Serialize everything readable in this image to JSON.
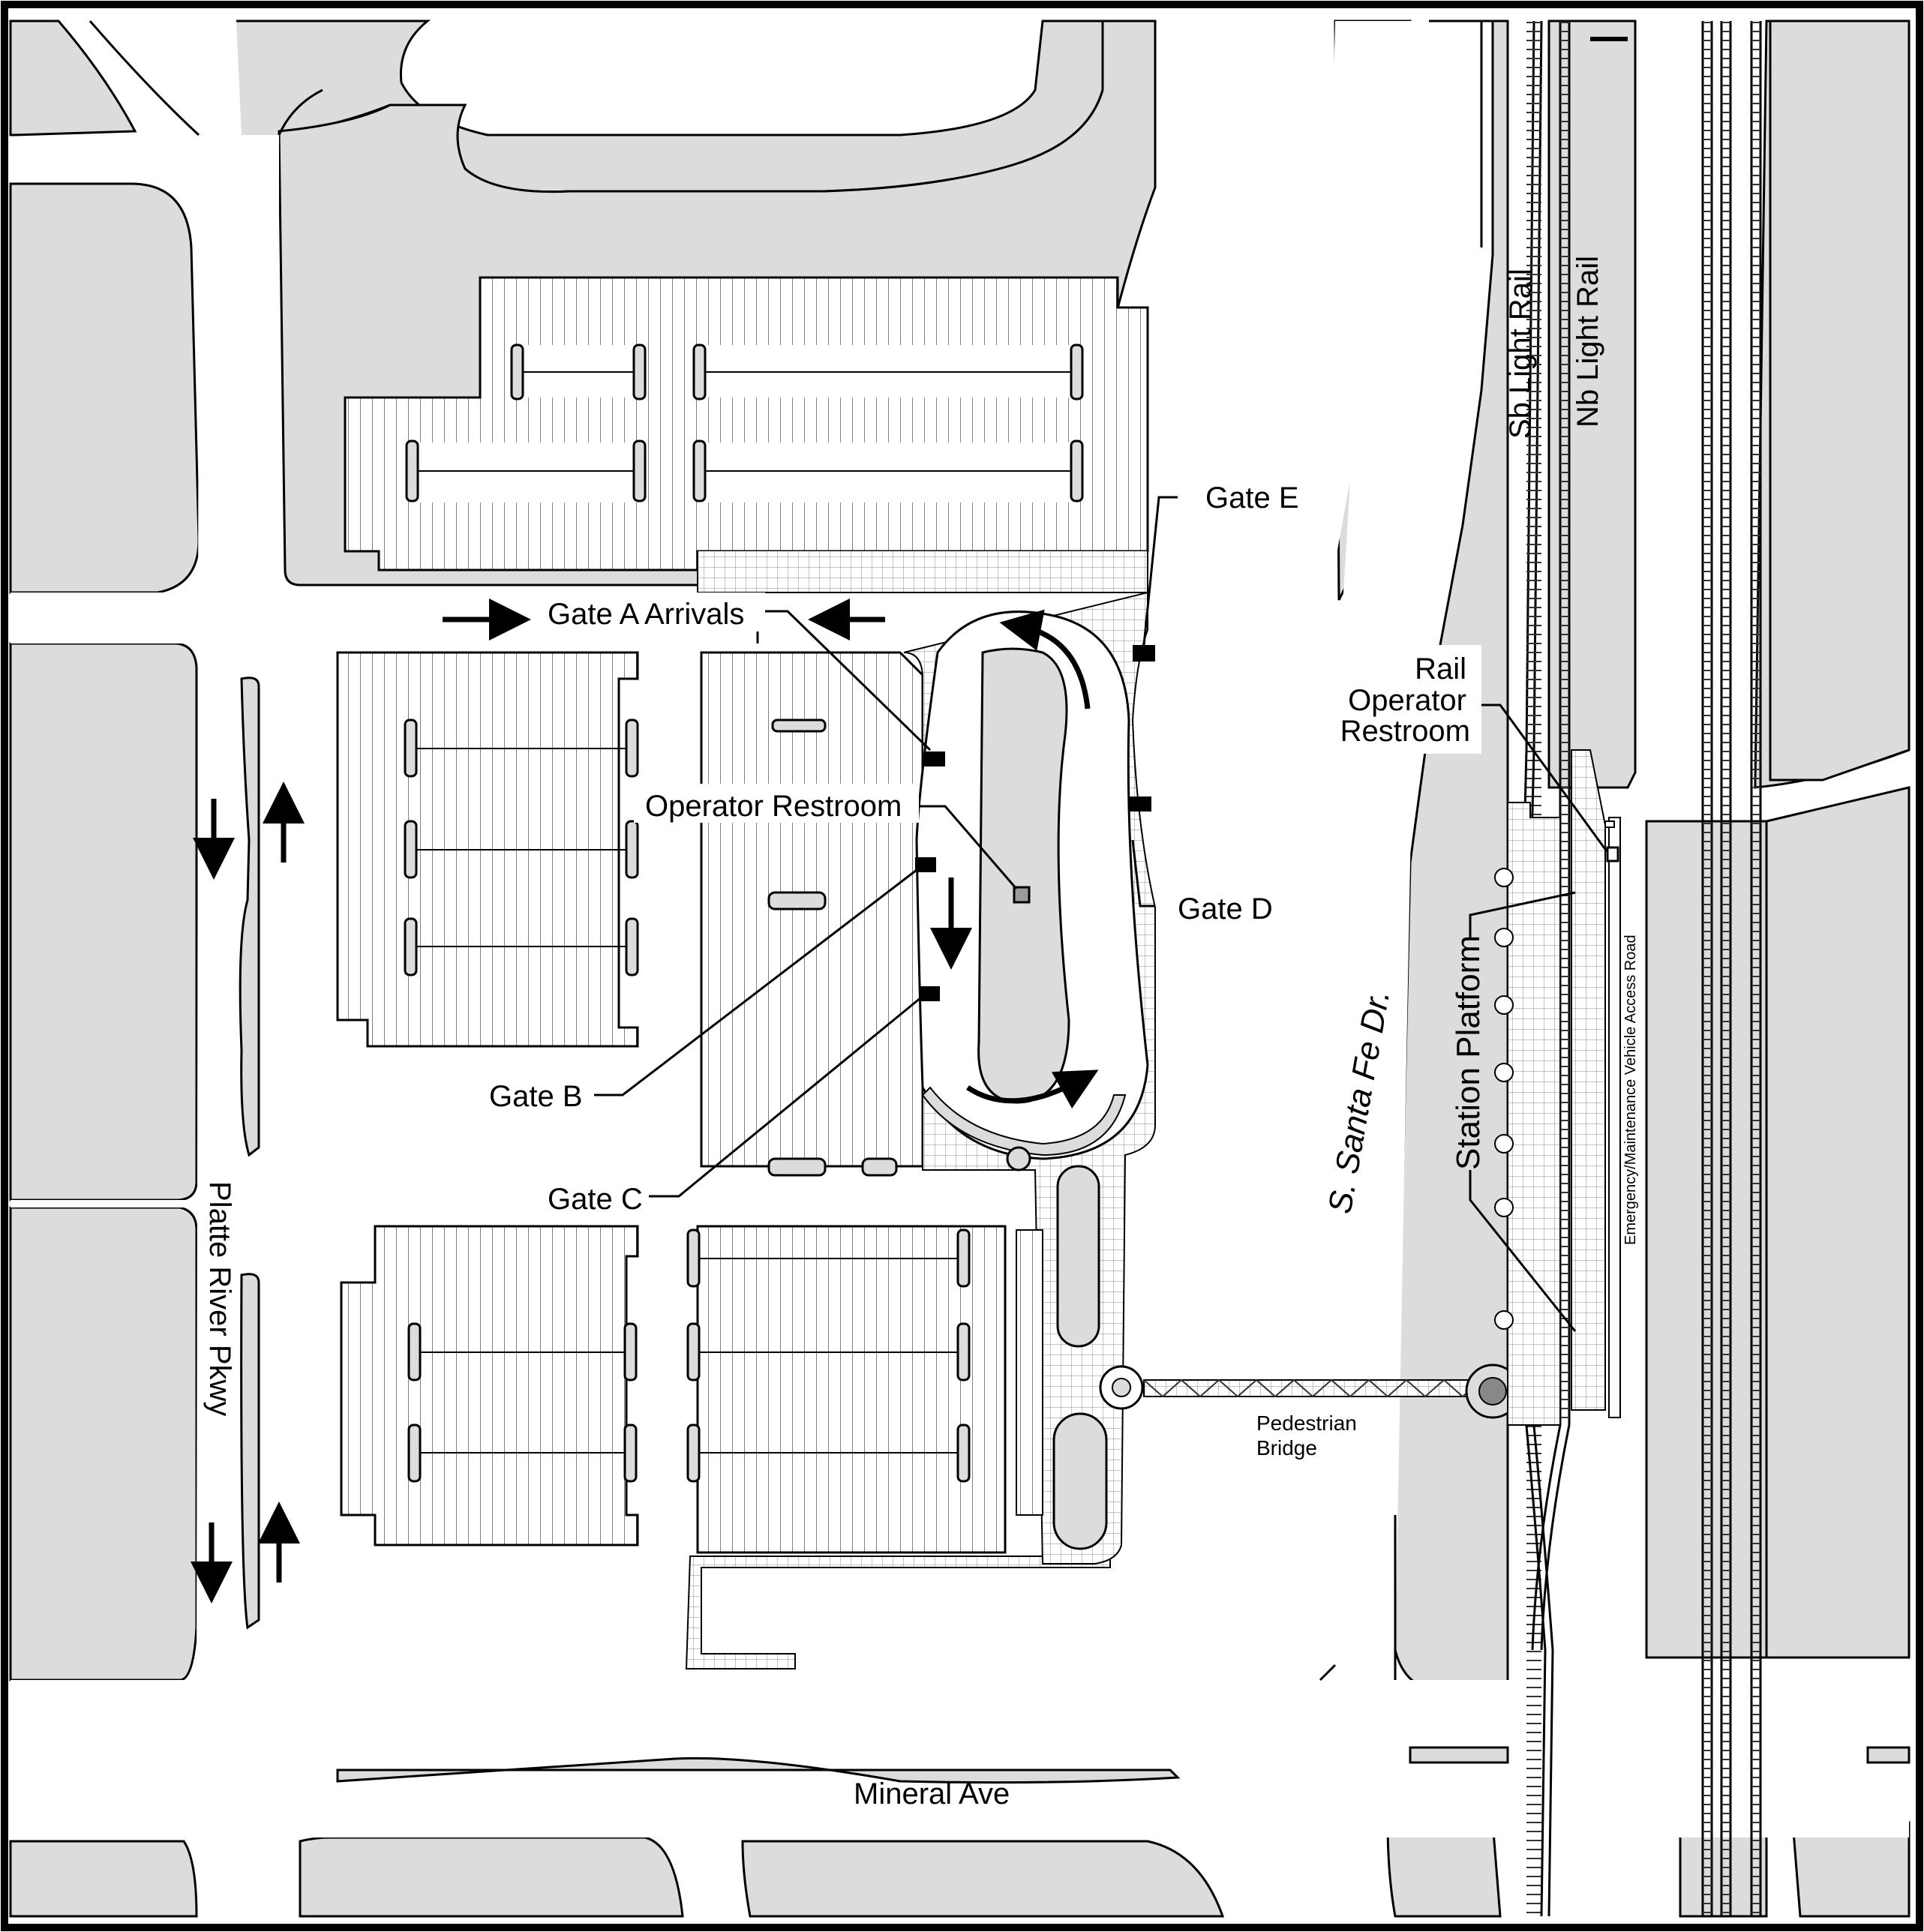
{
  "map": {
    "gates": {
      "gate_a": "Gate A Arrivals",
      "gate_b": "Gate B",
      "gate_c": "Gate C",
      "gate_d": "Gate D",
      "gate_e": "Gate E"
    },
    "facilities": {
      "operator_restroom": "Operator Restroom",
      "rail_operator_restroom_line1": "Rail",
      "rail_operator_restroom_line2": "Operator",
      "rail_operator_restroom_line3": "Restroom",
      "station_platform": "Station Platform",
      "pedestrian_bridge_line1": "Pedestrian",
      "pedestrian_bridge_line2": "Bridge",
      "access_road": "Emergency/Maintenance Vehicle Access Road"
    },
    "streets": {
      "platte_river": "Platte River Pkwy",
      "santa_fe": "S. Santa Fe Dr.",
      "mineral": "Mineral Ave"
    },
    "rail": {
      "sb": "Sb Light Rail",
      "nb": "Nb Light Rail"
    },
    "colors": {
      "block_fill": "#dcdcdc",
      "road_fill": "#ffffff",
      "outline": "#000000",
      "gate_marker": "#000000",
      "restroom_marker": "#9a9a9a"
    }
  }
}
